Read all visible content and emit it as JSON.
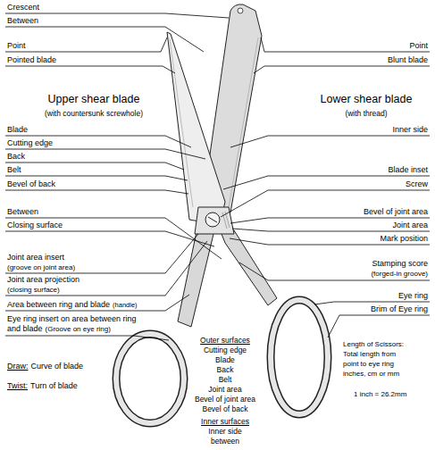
{
  "diagram": {
    "labels": [
      "Crescent",
      "Between",
      "Point",
      "Pointed blade",
      "Upper shear blade",
      "(with countersunk screwhole)",
      "Blade",
      "Cutting edge",
      "Back",
      "Belt",
      "Bevel of back",
      "Between",
      "Closing surface",
      "Joint area insert",
      "(groove on joint area)",
      "Joint area projection",
      "(closing surface)",
      "Area between ring and blade",
      "(handle)",
      "Eye ring insert on area between ring and blade",
      "(Groove on eye ring)",
      "Draw:",
      "Curve of blade",
      "Twist:",
      "Turn of blade",
      "Point",
      "Blunt blade",
      "Lower shear blade",
      "(with thread)",
      "Inner side",
      "Blade inset",
      "Screw",
      "Bevel of joint area",
      "Joint area",
      "Mark position",
      "Stamping score",
      "(forged-in groove)",
      "Eye ring",
      "Brim of Eye ring",
      "Length of Scissors:",
      "Total length from",
      "point to eye ring",
      "inches, cm or mm",
      "1 inch = 26.2mm",
      "Outer surfaces",
      "Cutting edge",
      "Blade",
      "Back",
      "Belt",
      "Joint area",
      "Bevel of joint area",
      "Bevel of back",
      "Inner surfaces",
      "Inner side",
      "between"
    ]
  }
}
